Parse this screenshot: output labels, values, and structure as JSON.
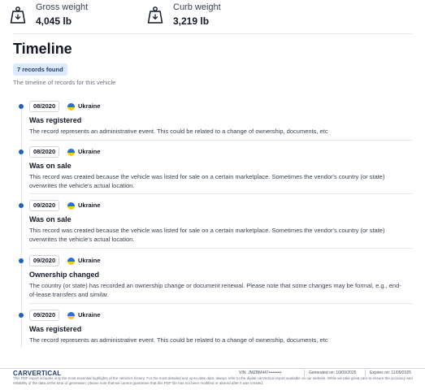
{
  "specs": {
    "gross": {
      "icon": "weight-icon",
      "label": "Gross weight",
      "value": "4,045 lb"
    },
    "curb": {
      "icon": "weight-icon",
      "label": "Curb weight",
      "value": "3,219 lb"
    }
  },
  "timeline": {
    "title": "Timeline",
    "badge": "7 records found",
    "description": "The timeline of records for this vehicle",
    "entries": [
      {
        "date": "08/2020",
        "country": "Ukraine",
        "title": "Was registered",
        "description": "The record represents an administrative event. This could be related to a change of ownership, documents, etc"
      },
      {
        "date": "08/2020",
        "country": "Ukraine",
        "title": "Was on sale",
        "description": "This record was created because the vehicle was listed for sale on a certain marketplace. Sometimes the vendor's country (or state) overwrites the vehicle's actual location."
      },
      {
        "date": "09/2020",
        "country": "Ukraine",
        "title": "Was on sale",
        "description": "This record was created because the vehicle was listed for sale on a certain marketplace. Sometimes the vendor's country (or state) overwrites the vehicle's actual location."
      },
      {
        "date": "09/2020",
        "country": "Ukraine",
        "title": "Ownership changed",
        "description": "The country (or state) has recorded an ownership change or document renewal. Please note that some changes may be formal, e.g., end-of-lease transfers and similar."
      },
      {
        "date": "09/2020",
        "country": "Ukraine",
        "title": "Was registered",
        "description": "The record represents an administrative event. This could be related to a change of ownership, documents, etc"
      }
    ]
  },
  "footer": {
    "logo_left": "CAR",
    "logo_right": "VERTICAL",
    "vin": "VIN: JMZBM447•••••••••",
    "generated": "Generated on: 10/09/2025",
    "expires": "Expires on: 11/09/2025",
    "disclaimer": "This PDF report includes only the most essential highlights of the vehicle's history. For the most detailed and up-to-date data, always refer to the digital carVertical report available on our website. While we take great care to ensure the accuracy and reliability of the data at the time of generation, please note that we cannot guarantee that this PDF file has not been modified or altered after it was created."
  },
  "colors": {
    "accent": "#1f5fbf",
    "badge_bg": "#dbeafe",
    "flag_blue": "#2a6fd6",
    "flag_yellow": "#f5cc1b"
  }
}
